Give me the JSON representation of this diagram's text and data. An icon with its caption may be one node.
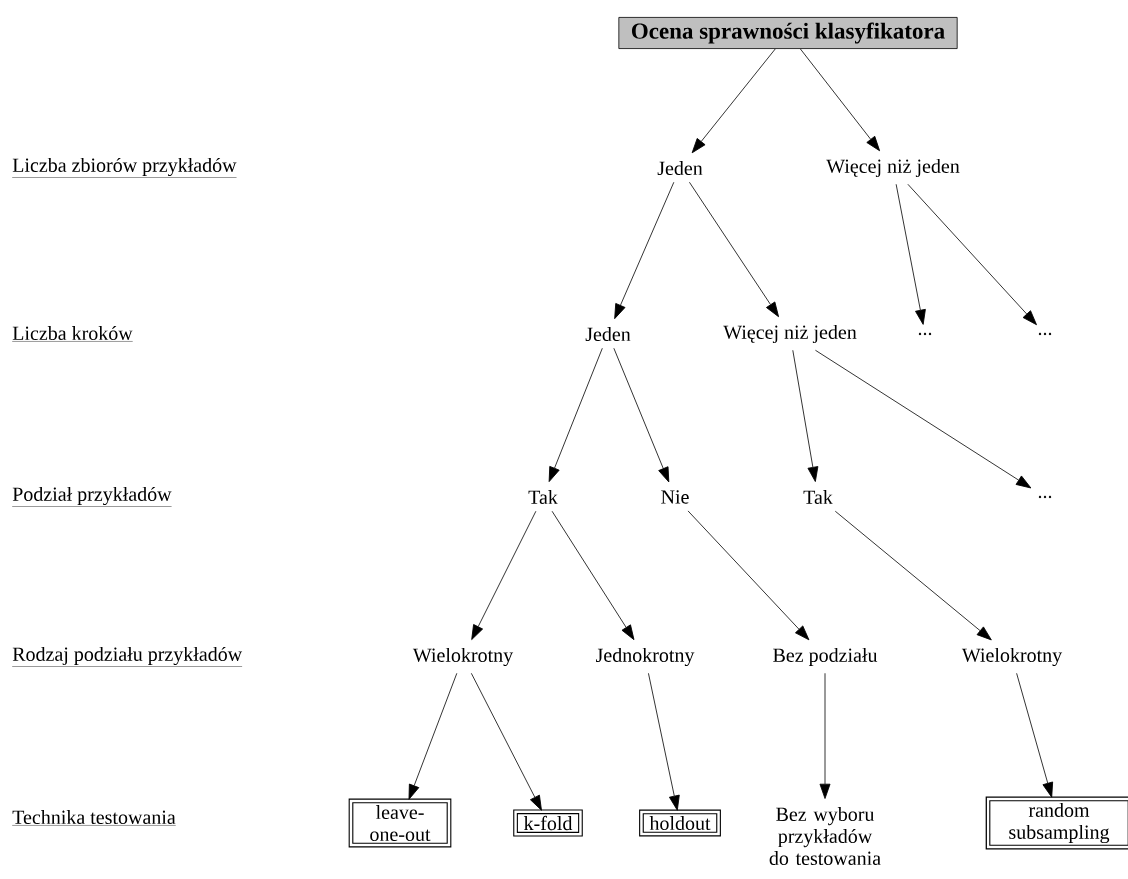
{
  "diagram": {
    "nodes": [
      {
        "text": [
          "Ocena sprawności klasyfikatora"
        ]
      },
      {
        "text": [
          "Jeden"
        ]
      },
      {
        "text": [
          "Więcej niż jeden"
        ]
      },
      {
        "text": [
          "..."
        ]
      },
      {
        "text": [
          "..."
        ]
      },
      {
        "text": [
          "Jeden"
        ]
      },
      {
        "text": [
          "Więcej niż jeden"
        ]
      },
      {
        "text": [
          "Tak"
        ]
      },
      {
        "text": [
          "Nie"
        ]
      },
      {
        "text": [
          "Tak"
        ]
      },
      {
        "text": [
          "..."
        ]
      },
      {
        "text": [
          "Wielokrotny"
        ]
      },
      {
        "text": [
          "Jednokrotny"
        ]
      },
      {
        "text": [
          "Bez podziału"
        ]
      },
      {
        "text": [
          "Wielokrotny"
        ]
      },
      {
        "text": [
          "leave-one-out"
        ]
      },
      {
        "text": [
          "k-fold"
        ]
      },
      {
        "text": [
          "holdout"
        ]
      },
      {
        "text": [
          "Bez wyboru przykładów do testowania"
        ]
      },
      {
        "text": [
          "random subsampling"
        ]
      }
    ],
    "edges": [
      {
        "from": 0,
        "to": 1,
        "arrow": "to"
      },
      {
        "from": 0,
        "to": 2,
        "arrow": "to"
      },
      {
        "from": 2,
        "to": 3,
        "arrow": "to"
      },
      {
        "from": 2,
        "to": 4,
        "arrow": "to"
      },
      {
        "from": 1,
        "to": 5,
        "arrow": "to"
      },
      {
        "from": 1,
        "to": 6,
        "arrow": "to"
      },
      {
        "from": 6,
        "to": 9,
        "arrow": "to"
      },
      {
        "from": 6,
        "to": 10,
        "arrow": "to"
      },
      {
        "from": 5,
        "to": 7,
        "arrow": "to"
      },
      {
        "from": 5,
        "to": 8,
        "arrow": "to"
      },
      {
        "from": 7,
        "to": 11,
        "arrow": "to"
      },
      {
        "from": 7,
        "to": 12,
        "arrow": "to"
      },
      {
        "from": 8,
        "to": 13,
        "arrow": "to"
      },
      {
        "from": 9,
        "to": 14,
        "arrow": "to"
      },
      {
        "from": 11,
        "to": 15,
        "arrow": "to"
      },
      {
        "from": 11,
        "to": 16,
        "arrow": "to"
      },
      {
        "from": 12,
        "to": 17,
        "arrow": "to"
      },
      {
        "from": 13,
        "to": 18,
        "arrow": "to"
      },
      {
        "from": 14,
        "to": 19,
        "arrow": "to"
      }
    ],
    "labels": [
      "Liczba zbiorów przykładów",
      "Liczba kroków",
      "Podział przykładów",
      "Rodzaj podziału przykładów",
      "Technika testowania"
    ]
  }
}
